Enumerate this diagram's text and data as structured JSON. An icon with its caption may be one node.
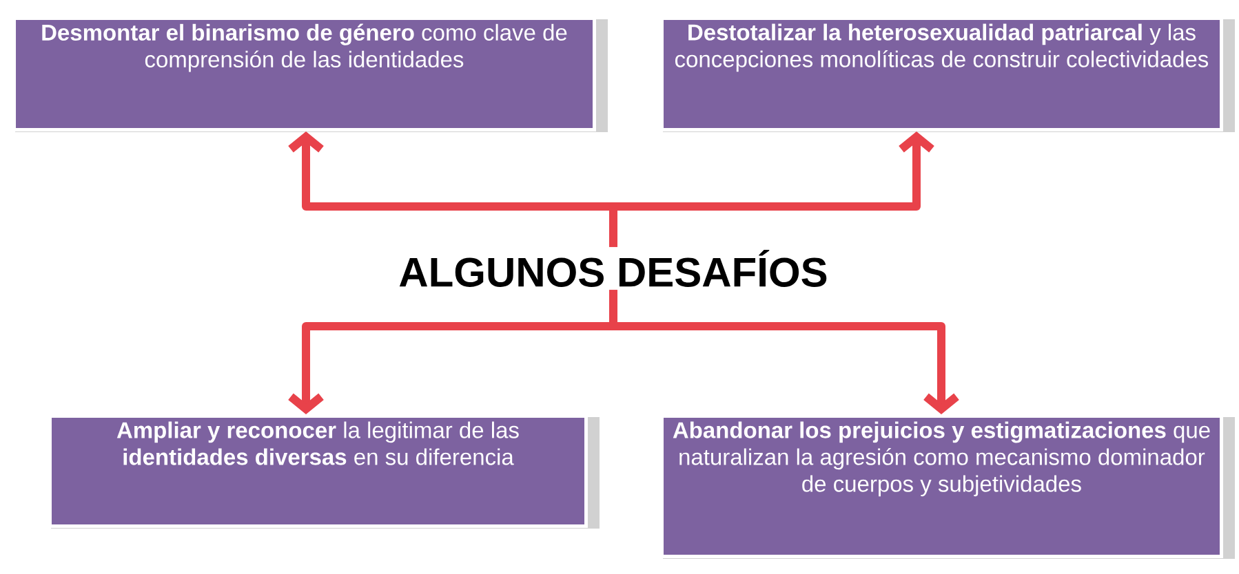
{
  "diagram": {
    "nodes": [
      {
        "text": [
          "ALGUNOS DESAFÍOS"
        ]
      },
      {
        "text": [
          "**Desmontar el binarismo de género** como clave de comprensión de las identidades"
        ]
      },
      {
        "text": [
          "**Destotalizar la heterosexualidad patriarcal** y las concepciones monolíticas de construir colectividades"
        ]
      },
      {
        "text": [
          "**Ampliar y reconocer** la legitimar de las **identidades diversas** en su diferencia"
        ]
      },
      {
        "text": [
          "**Abandonar los prejuicios y estigmatizaciones** que naturalizan la agresión como mecanismo dominador de cuerpos y subjetividades"
        ]
      }
    ],
    "edges": [
      {
        "from": 0,
        "to": 1,
        "arrow": "to"
      },
      {
        "from": 0,
        "to": 2,
        "arrow": "to"
      },
      {
        "from": 0,
        "to": 3,
        "arrow": "to"
      },
      {
        "from": 0,
        "to": 4,
        "arrow": "to"
      }
    ]
  }
}
